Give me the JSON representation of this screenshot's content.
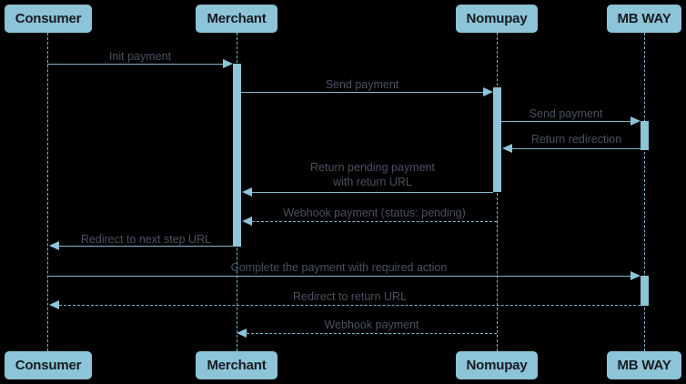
{
  "diagram": {
    "type": "sequence-diagram",
    "colors": {
      "background": "#000000",
      "actor_box": "#8ec4d8",
      "actor_text": "#161b22",
      "line": "#7fb8cf",
      "label_text": "#4a5160",
      "activation": "#8ec4d8"
    },
    "actors": [
      {
        "id": "consumer",
        "label": "Consumer"
      },
      {
        "id": "merchant",
        "label": "Merchant"
      },
      {
        "id": "nomupay",
        "label": "Nomupay"
      },
      {
        "id": "mbway",
        "label": "MB WAY"
      }
    ],
    "messages": [
      {
        "id": "m1",
        "label": "Init payment",
        "from": "consumer",
        "to": "merchant",
        "style": "solid",
        "direction": "right"
      },
      {
        "id": "m2",
        "label": "Send payment",
        "from": "merchant",
        "to": "nomupay",
        "style": "solid",
        "direction": "right"
      },
      {
        "id": "m3",
        "label": "Send payment",
        "from": "nomupay",
        "to": "mbway",
        "style": "solid",
        "direction": "right"
      },
      {
        "id": "m4",
        "label": "Return redirection",
        "from": "mbway",
        "to": "nomupay",
        "style": "solid",
        "direction": "left"
      },
      {
        "id": "m5",
        "label_line1": "Return pending payment",
        "label_line2": "with return URL",
        "from": "nomupay",
        "to": "merchant",
        "style": "solid",
        "direction": "left"
      },
      {
        "id": "m6",
        "label": "Webhook payment (status: pending)",
        "from": "nomupay",
        "to": "merchant",
        "style": "dashed",
        "direction": "left"
      },
      {
        "id": "m7",
        "label": "Redirect to next step URL",
        "from": "merchant",
        "to": "consumer",
        "style": "solid",
        "direction": "left"
      },
      {
        "id": "m8",
        "label": "Complete the payment with required action",
        "from": "consumer",
        "to": "mbway",
        "style": "solid",
        "direction": "right"
      },
      {
        "id": "m9",
        "label": "Redirect to return URL",
        "from": "mbway",
        "to": "consumer",
        "style": "dashed",
        "direction": "left"
      },
      {
        "id": "m10",
        "label": "Webhook payment",
        "from": "nomupay",
        "to": "merchant",
        "style": "dashed",
        "direction": "left"
      }
    ]
  }
}
